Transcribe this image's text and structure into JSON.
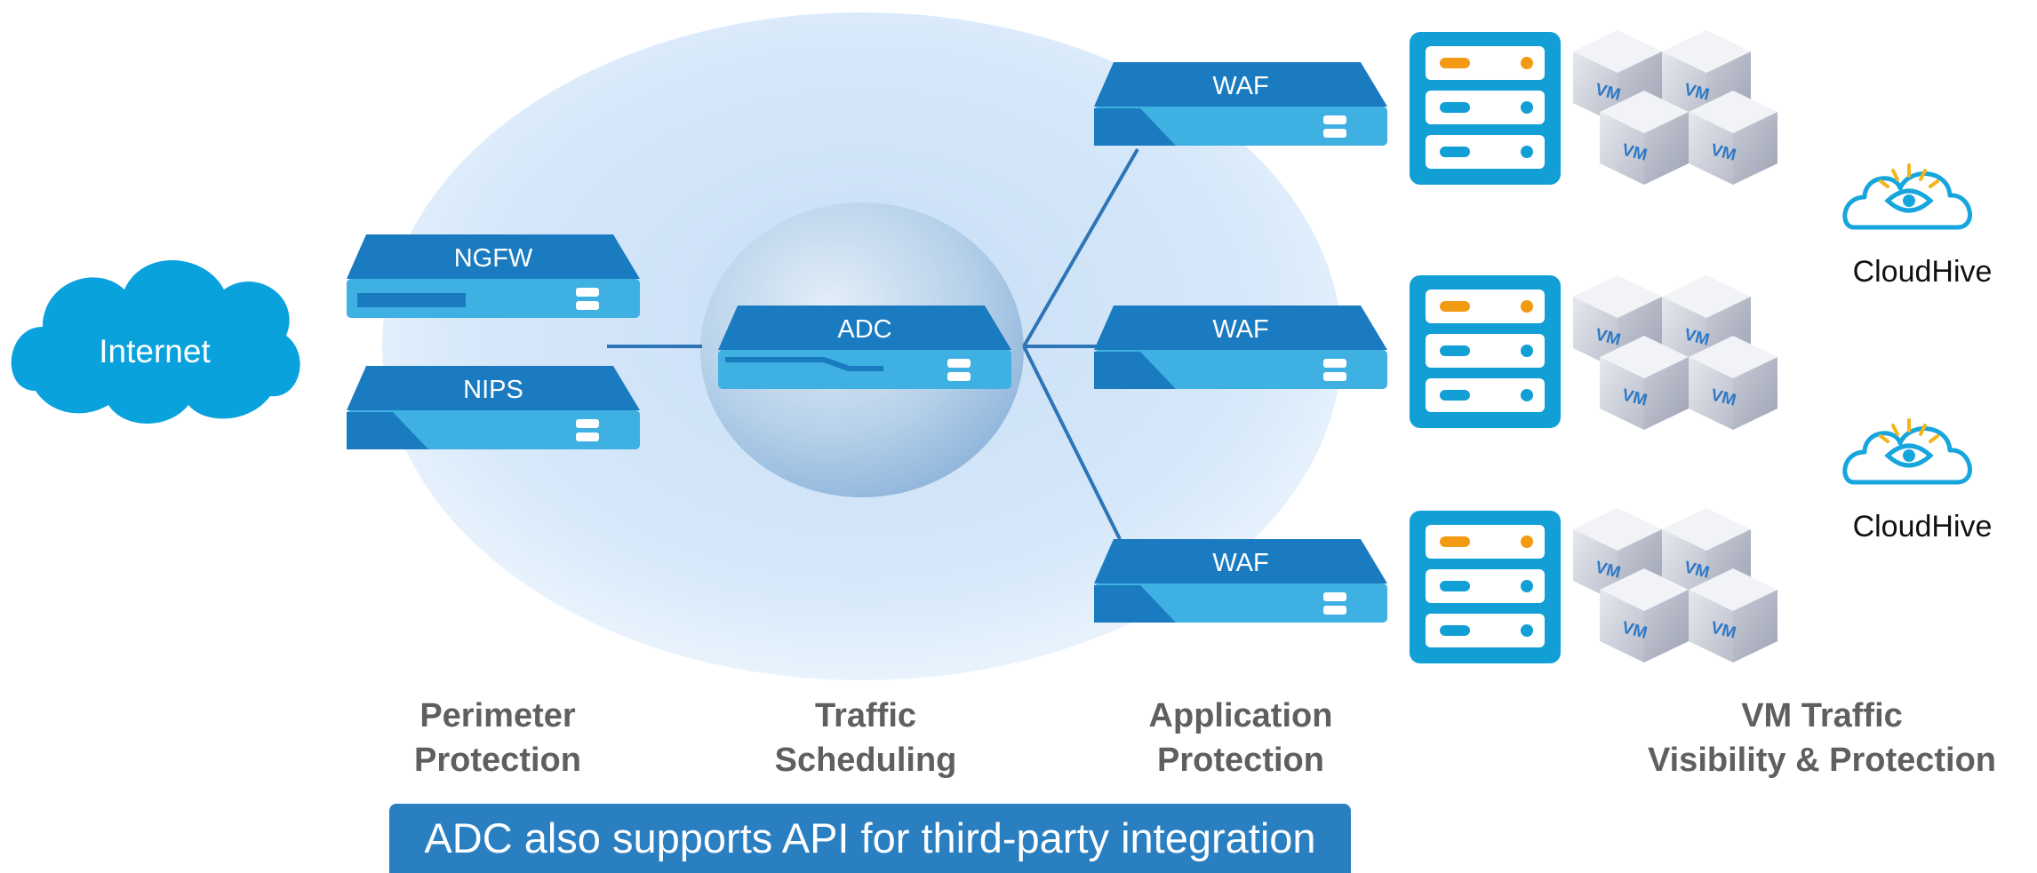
{
  "colors": {
    "zone": "#d3e6f8",
    "core": "#a9c9e4",
    "device_top": "#1b7bc0",
    "device_face": "#3eb0e2",
    "link": "#2e75b6",
    "cloud": "#0aa2dc",
    "server": "#119fd5",
    "server_dot_accent": "#f29a12",
    "vm_label": "#2f78c4",
    "cloudhive": "#16a6dd",
    "cloudhive_eye_accent": "#f4b41a",
    "label_text": "#5f5f5f",
    "banner": "#2a7fc1"
  },
  "internet": {
    "label": "Internet",
    "icon": "cloud-icon"
  },
  "devices": {
    "ngfw": "NGFW",
    "nips": "NIPS",
    "adc": "ADC",
    "waf": [
      "WAF",
      "WAF",
      "WAF"
    ]
  },
  "vm_groups": [
    {
      "vm_labels": [
        "VM",
        "VM",
        "VM",
        "VM"
      ]
    },
    {
      "vm_labels": [
        "VM",
        "VM",
        "VM",
        "VM"
      ]
    },
    {
      "vm_labels": [
        "VM",
        "VM",
        "VM",
        "VM"
      ]
    }
  ],
  "cloudhive": [
    "CloudHive",
    "CloudHive"
  ],
  "stage_labels": {
    "perimeter": [
      "Perimeter",
      "Protection"
    ],
    "traffic": [
      "Traffic",
      "Scheduling"
    ],
    "application": [
      "Application",
      "Protection"
    ],
    "vm": [
      "VM Traffic",
      "Visibility & Protection"
    ]
  },
  "footer": {
    "text": "ADC also supports API for third-party integration"
  }
}
